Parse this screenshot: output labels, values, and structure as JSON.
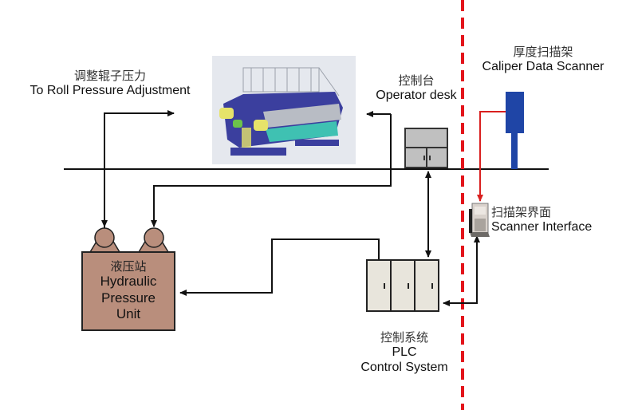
{
  "diagram": {
    "type": "system-block-diagram",
    "colors": {
      "boundary_line": "#e3141b",
      "scanner_signal": "#d9201f",
      "connector": "#111111",
      "hydraulic_unit_fill": "#b98e7c",
      "plc_fill": "#e8e5dc",
      "operator_desk_fill": "#c0c0c0",
      "operator_desk_screen": "#4a7fc4",
      "caliper_scanner_fill": "#1f45a6",
      "machine_frame": "#3b3f9e"
    },
    "nodes": {
      "roll_pressure": {
        "label_cn": "调整辊子压力",
        "label_en": "To Roll Pressure Adjustment"
      },
      "operator_desk": {
        "label_cn": "控制台",
        "label_en": "Operator desk"
      },
      "caliper_scanner": {
        "label_cn": "厚度扫描架",
        "label_en": "Caliper Data Scanner"
      },
      "scanner_interface": {
        "label_cn": "扫描架界面",
        "label_en": "Scanner Interface"
      },
      "hydraulic_unit": {
        "label_cn": "液压站",
        "label_en_1": "Hydraulic",
        "label_en_2": "Pressure",
        "label_en_3": "Unit"
      },
      "plc": {
        "label_cn": "控制系统",
        "label_en_1": "PLC",
        "label_en_2": "Control System"
      }
    },
    "edges": [
      {
        "from": "hydraulic_unit",
        "to": "roll_pressure",
        "style": "arrow"
      },
      {
        "from": "plc",
        "to": "operator_desk",
        "style": "arrow"
      },
      {
        "from": "operator_desk",
        "to": "hydraulic_unit",
        "style": "arrow"
      },
      {
        "from": "plc",
        "to": "hydraulic_unit",
        "style": "arrow"
      },
      {
        "from": "caliper_scanner",
        "to": "scanner_interface",
        "style": "red-arrow"
      },
      {
        "from": "scanner_interface",
        "to": "plc",
        "style": "bidirectional"
      }
    ]
  }
}
